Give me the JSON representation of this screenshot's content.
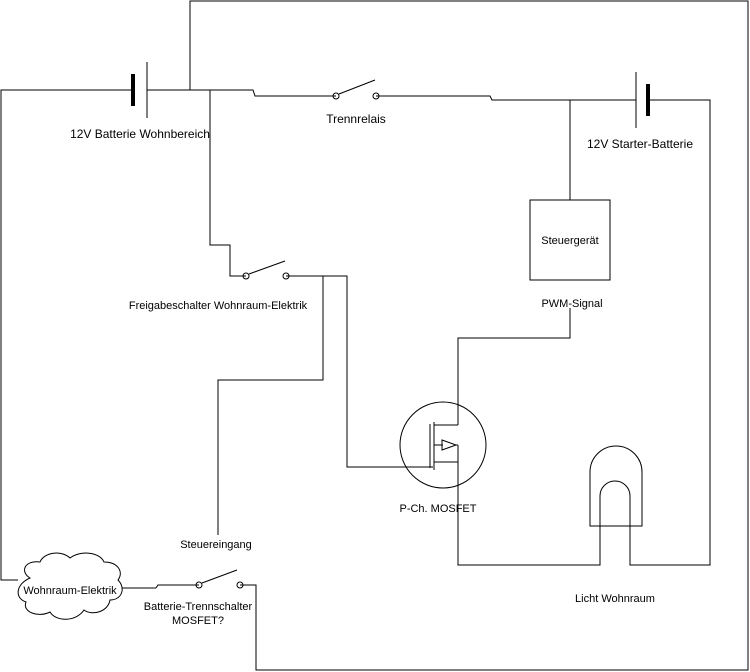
{
  "diagram": {
    "battery_living": "12V Batterie Wohnbereich",
    "disconnect_relay": "Trennrelais",
    "battery_starter": "12V Starter-Batterie",
    "control_unit": "Steuergerät",
    "pwm_signal": "PWM-Signal",
    "release_switch": "Freigabeschalter Wohnraum-Elektrik",
    "mosfet": "P-Ch. MOSFET",
    "control_input": "Steuereingang",
    "living_electrics": "Wohnraum-Elektrik",
    "battery_switch_line1": "Batterie-Trennschalter",
    "battery_switch_line2": "MOSFET?",
    "lamp": "Licht Wohnraum"
  },
  "colors": {
    "line": "#000000",
    "background": "#ffffff"
  }
}
